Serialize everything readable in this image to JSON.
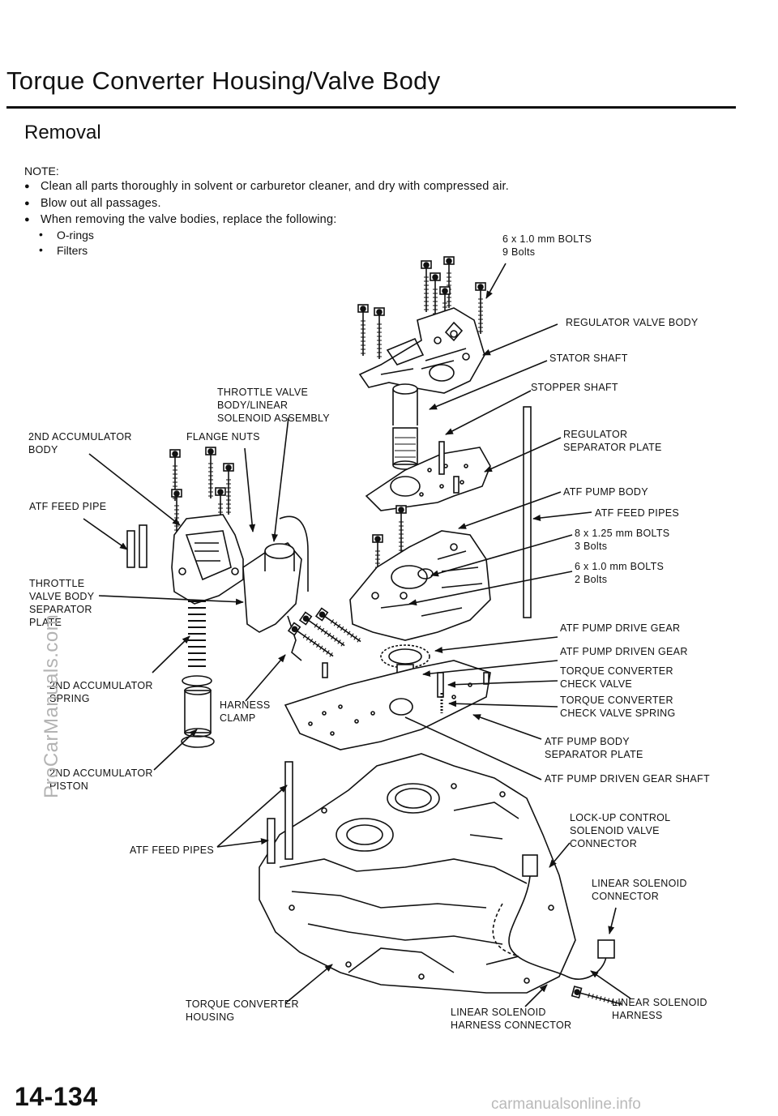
{
  "header": {
    "title": "Torque Converter Housing/Valve Body",
    "subtitle": "Removal"
  },
  "note": {
    "heading": "NOTE:",
    "bullets": [
      "Clean all parts thoroughly in solvent or carburetor cleaner, and dry with compressed air.",
      "Blow out all passages.",
      "When removing the valve bodies, replace the following:"
    ],
    "sub_bullets": [
      "O-rings",
      "Filters"
    ]
  },
  "callouts": {
    "bolts_6x10_9": "6 x 1.0 mm BOLTS\n9 Bolts",
    "regulator_valve_body": "REGULATOR VALVE BODY",
    "stator_shaft": "STATOR SHAFT",
    "stopper_shaft": "STOPPER SHAFT",
    "throttle_valve_body_assembly": "THROTTLE VALVE\nBODY/LINEAR\nSOLENOID ASSEMBLY",
    "second_accumulator_body": "2ND ACCUMULATOR\nBODY",
    "flange_nuts": "FLANGE NUTS",
    "regulator_separator_plate": "REGULATOR\nSEPARATOR PLATE",
    "atf_pump_body": "ATF PUMP BODY",
    "atf_feed_pipe": "ATF FEED PIPE",
    "atf_feed_pipes_right": "ATF FEED PIPES",
    "bolts_8x125_3": "8 x 1.25 mm BOLTS\n3 Bolts",
    "bolts_6x10_2": "6 x 1.0 mm BOLTS\n2 Bolts",
    "throttle_separator_plate": "THROTTLE\nVALVE BODY\nSEPARATOR\nPLATE",
    "atf_pump_drive_gear": "ATF PUMP DRIVE GEAR",
    "atf_pump_driven_gear": "ATF PUMP DRIVEN GEAR",
    "second_accumulator_spring": "2ND ACCUMULATOR\nSPRING",
    "tc_check_valve": "TORQUE CONVERTER\nCHECK VALVE",
    "harness_clamp": "HARNESS\nCLAMP",
    "tc_check_valve_spring": "TORQUE CONVERTER\nCHECK VALVE SPRING",
    "atf_pump_separator_plate": "ATF PUMP BODY\nSEPARATOR PLATE",
    "second_accumulator_piston": "2ND ACCUMULATOR\nPISTON",
    "atf_pump_driven_gear_shaft": "ATF PUMP DRIVEN GEAR SHAFT",
    "lockup_connector": "LOCK-UP CONTROL\nSOLENOID VALVE\nCONNECTOR",
    "atf_feed_pipes_lower": "ATF FEED PIPES",
    "linear_solenoid_connector": "LINEAR SOLENOID\nCONNECTOR",
    "torque_converter_housing": "TORQUE CONVERTER\nHOUSING",
    "linear_solenoid_harness": "LINEAR SOLENOID\nHARNESS",
    "linear_solenoid_harness_connector": "LINEAR SOLENOID\nHARNESS CONNECTOR"
  },
  "footer": {
    "page_number": "14-134",
    "site": "carmanualsonline.info",
    "watermark": "ProCarManuals.com"
  }
}
